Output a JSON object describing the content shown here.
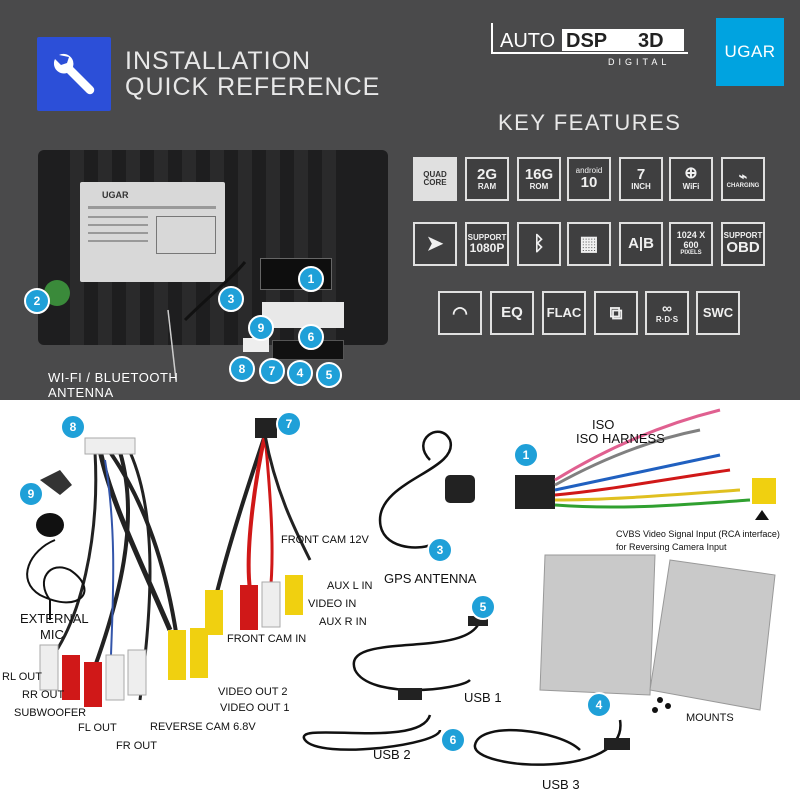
{
  "header": {
    "title_line1": "INSTALLATION",
    "title_line2": "QUICK REFERENCE",
    "brand_auto": "AUTO",
    "brand_dsp": "DSP",
    "brand_3d": "3D",
    "brand_digital": "DIGITAL",
    "logo": "UGAR",
    "icon": "wrench-icon"
  },
  "key_features": {
    "title": "KEY FEATURES",
    "row1": [
      {
        "big": "QUAD",
        "small": "CORE"
      },
      {
        "big": "2G",
        "small": "RAM"
      },
      {
        "big": "16G",
        "small": "ROM"
      },
      {
        "big": "10",
        "small": "android"
      },
      {
        "big": "7",
        "small": "INCH"
      },
      {
        "big": "",
        "small": "WiFi",
        "icon": "globe-icon"
      },
      {
        "big": "",
        "small": "CHARGING",
        "icon": "charging-icon"
      }
    ],
    "row2": [
      {
        "big": "",
        "small": "",
        "icon": "navigation-icon"
      },
      {
        "big": "1080P",
        "small": "SUPPORT"
      },
      {
        "big": "",
        "small": "",
        "icon": "bluetooth-icon"
      },
      {
        "big": "",
        "small": "",
        "icon": "film-icon"
      },
      {
        "big": "A|B",
        "small": ""
      },
      {
        "big": "1024 X 600",
        "small": "PIXELS"
      },
      {
        "big": "OBD",
        "small": "SUPPORT"
      }
    ],
    "row3": [
      {
        "big": "",
        "small": "",
        "icon": "wifi-icon"
      },
      {
        "big": "EQ",
        "small": ""
      },
      {
        "big": "FLAC",
        "small": ""
      },
      {
        "big": "",
        "small": "",
        "icon": "mirror-link-icon"
      },
      {
        "big": "R·D·S",
        "small": "",
        "icon": "rds-icon"
      },
      {
        "big": "SWC",
        "small": ""
      }
    ]
  },
  "unit": {
    "label_brand": "UGAR",
    "antenna_label": "WI-FI / BLUETOOTH ANTENNA",
    "badges": [
      "1",
      "2",
      "3",
      "9",
      "6",
      "8",
      "7",
      "4",
      "5"
    ]
  },
  "components": {
    "badges": [
      "8",
      "7",
      "1",
      "9",
      "3",
      "5",
      "6",
      "4"
    ],
    "iso_harness": "ISO HARNESS",
    "cvbs_line1": "CVBS Video Signal Input (RCA interface)",
    "cvbs_line2": "for Reversing Camera Input",
    "front_cam_12v": "FRONT CAM 12V",
    "aux_l_in": "AUX L IN",
    "video_in": "VIDEO IN",
    "aux_r_in": "AUX R IN",
    "front_cam_in": "FRONT CAM IN",
    "gps_antenna": "GPS ANTENNA",
    "external_mic_1": "EXTERNAL",
    "external_mic_2": "MIC",
    "rl_out": "RL OUT",
    "rr_out": "RR OUT",
    "subwoofer": "SUBWOOFER",
    "fl_out": "FL OUT",
    "fr_out": "FR OUT",
    "reverse_cam": "REVERSE CAM 6.8V",
    "video_out_1": "VIDEO OUT 1",
    "video_out_2": "VIDEO OUT 2",
    "usb1": "USB 1",
    "usb2": "USB 2",
    "usb3": "USB 3",
    "mounts": "MOUNTS"
  },
  "colors": {
    "badge": "#1fa0d8",
    "header_bg": "#4a4a4b",
    "wrench_bg": "#2c4fd8",
    "ugar_bg": "#00a3e0"
  }
}
